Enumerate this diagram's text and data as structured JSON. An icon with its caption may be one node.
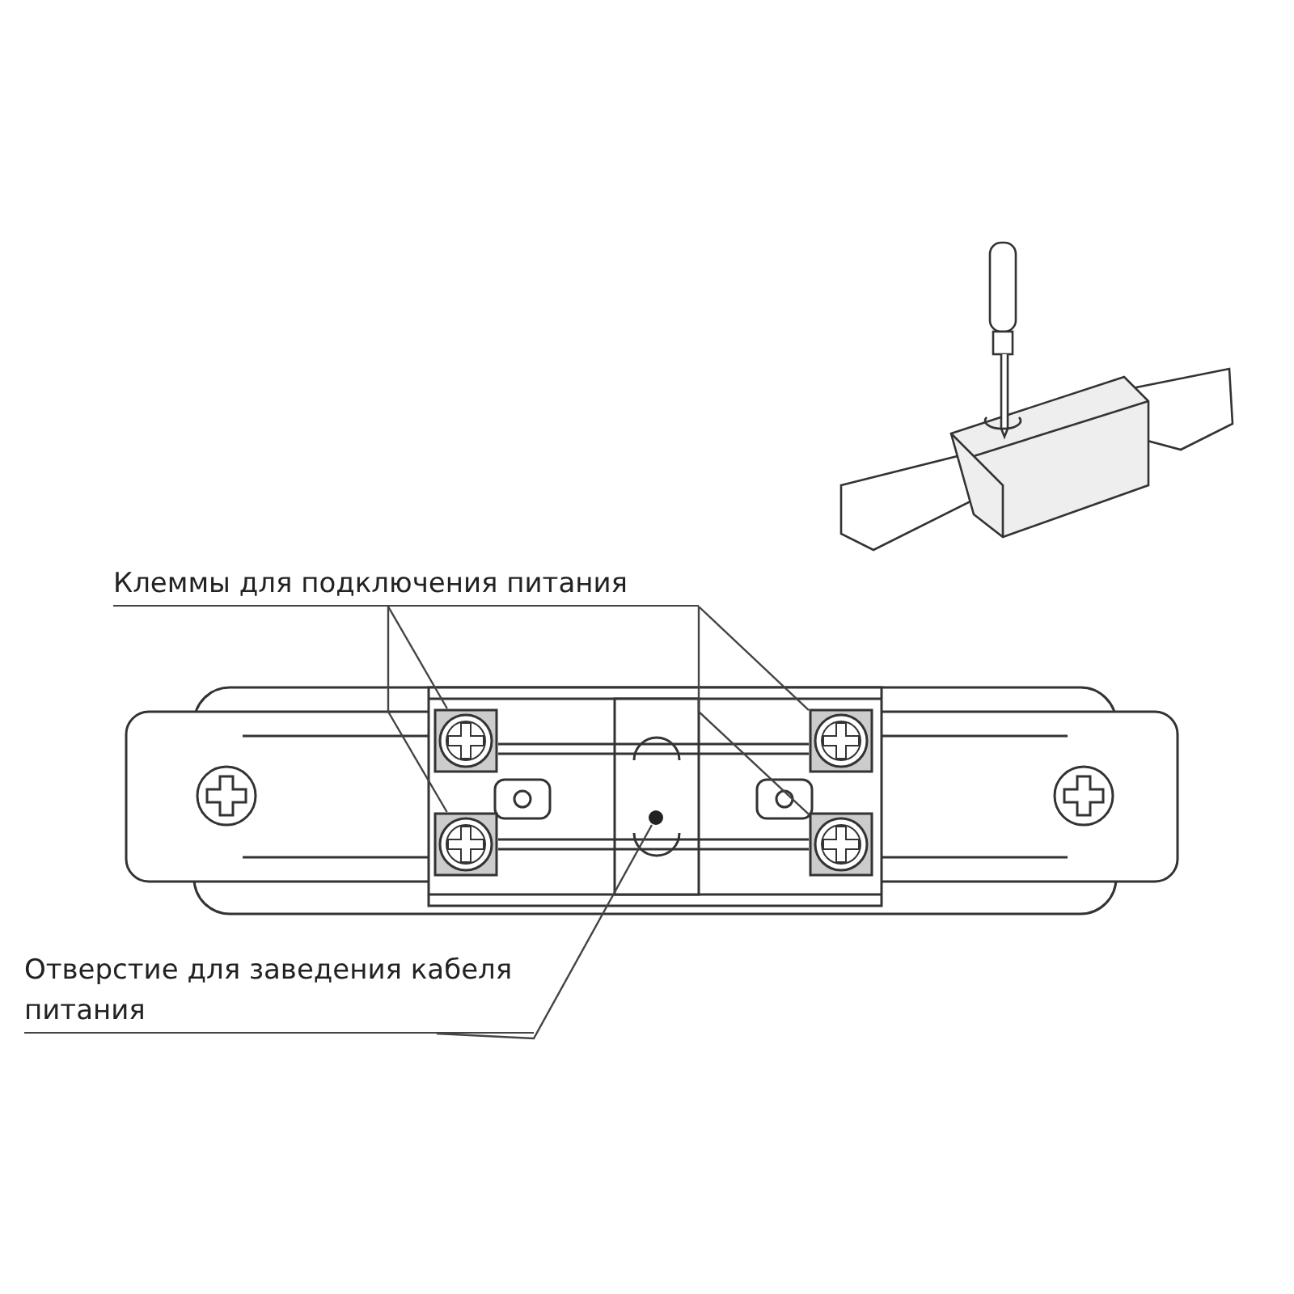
{
  "diagram": {
    "nodes": [
      {
        "text": [
          "Клеммы для подключения питания"
        ]
      },
      {
        "text": [],
        "shape": "picture"
      },
      {
        "text": [],
        "shape": "picture"
      },
      {
        "text": [],
        "shape": "picture"
      },
      {
        "text": [],
        "shape": "picture"
      },
      {
        "text": [
          "Отверстие для заведения кабеля питания"
        ]
      },
      {
        "text": [],
        "shape": "circle"
      }
    ],
    "edges": [
      {
        "from": 0,
        "to": 1,
        "arrow": "none"
      },
      {
        "from": 0,
        "to": 2,
        "arrow": "none"
      },
      {
        "from": 0,
        "to": 3,
        "arrow": "none"
      },
      {
        "from": 0,
        "to": 4,
        "arrow": "none"
      },
      {
        "from": 5,
        "to": 6,
        "arrow": "none"
      }
    ]
  }
}
